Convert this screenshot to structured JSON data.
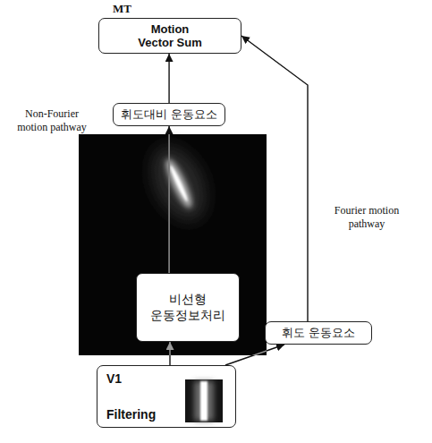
{
  "diagram": {
    "nodes": [
      {
        "text": [
          "Motion Vector Sum"
        ]
      },
      {
        "text": [
          "휘도대비 운동요소"
        ]
      },
      {
        "text": [
          "비선형 운동정보처리"
        ]
      },
      {
        "text": [
          "휘도 운동요소"
        ]
      },
      {
        "text": [
          "V1",
          "Filtering"
        ]
      }
    ],
    "edges": [
      {
        "from": 4,
        "to": 2,
        "arrow": "to"
      },
      {
        "from": 4,
        "to": 3,
        "arrow": "to"
      },
      {
        "from": 3,
        "to": 0,
        "arrow": "to"
      },
      {
        "from": 1,
        "to": 0,
        "arrow": "to"
      },
      {
        "from": 2,
        "to": 1,
        "arrow": "to"
      }
    ],
    "labels": [
      "MT",
      "Non-Fourier motion pathway",
      "Fourier motion pathway"
    ]
  }
}
